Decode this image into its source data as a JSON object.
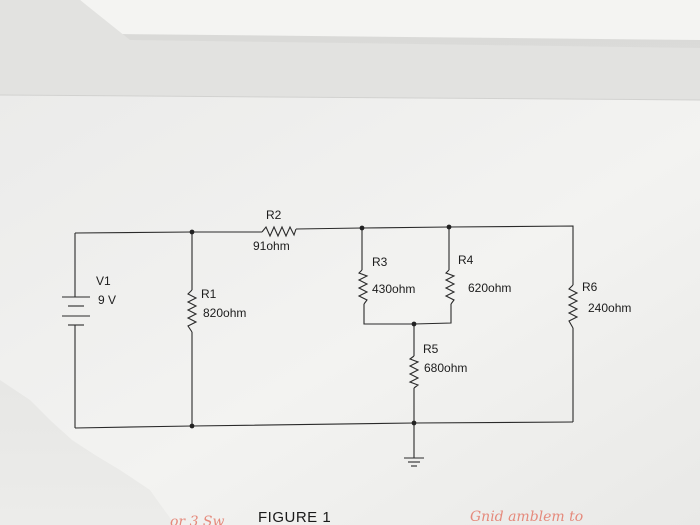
{
  "figure": {
    "caption": "FIGURE 1"
  },
  "components": {
    "v1": {
      "name": "V1",
      "value": "9 V"
    },
    "r1": {
      "name": "R1",
      "value": "820ohm"
    },
    "r2": {
      "name": "R2",
      "value": "91ohm"
    },
    "r3": {
      "name": "R3",
      "value": "430ohm"
    },
    "r4": {
      "name": "R4",
      "value": "620ohm"
    },
    "r5": {
      "name": "R5",
      "value": "680ohm"
    },
    "r6": {
      "name": "R6",
      "value": "240ohm"
    }
  },
  "handwriting": {
    "left": "or 3 Sw",
    "right": "Gnid  amblem  to"
  },
  "colors": {
    "ink": "#2a2a2a",
    "paper": "#f1f1ef",
    "handwriting": "#e58a7c"
  }
}
